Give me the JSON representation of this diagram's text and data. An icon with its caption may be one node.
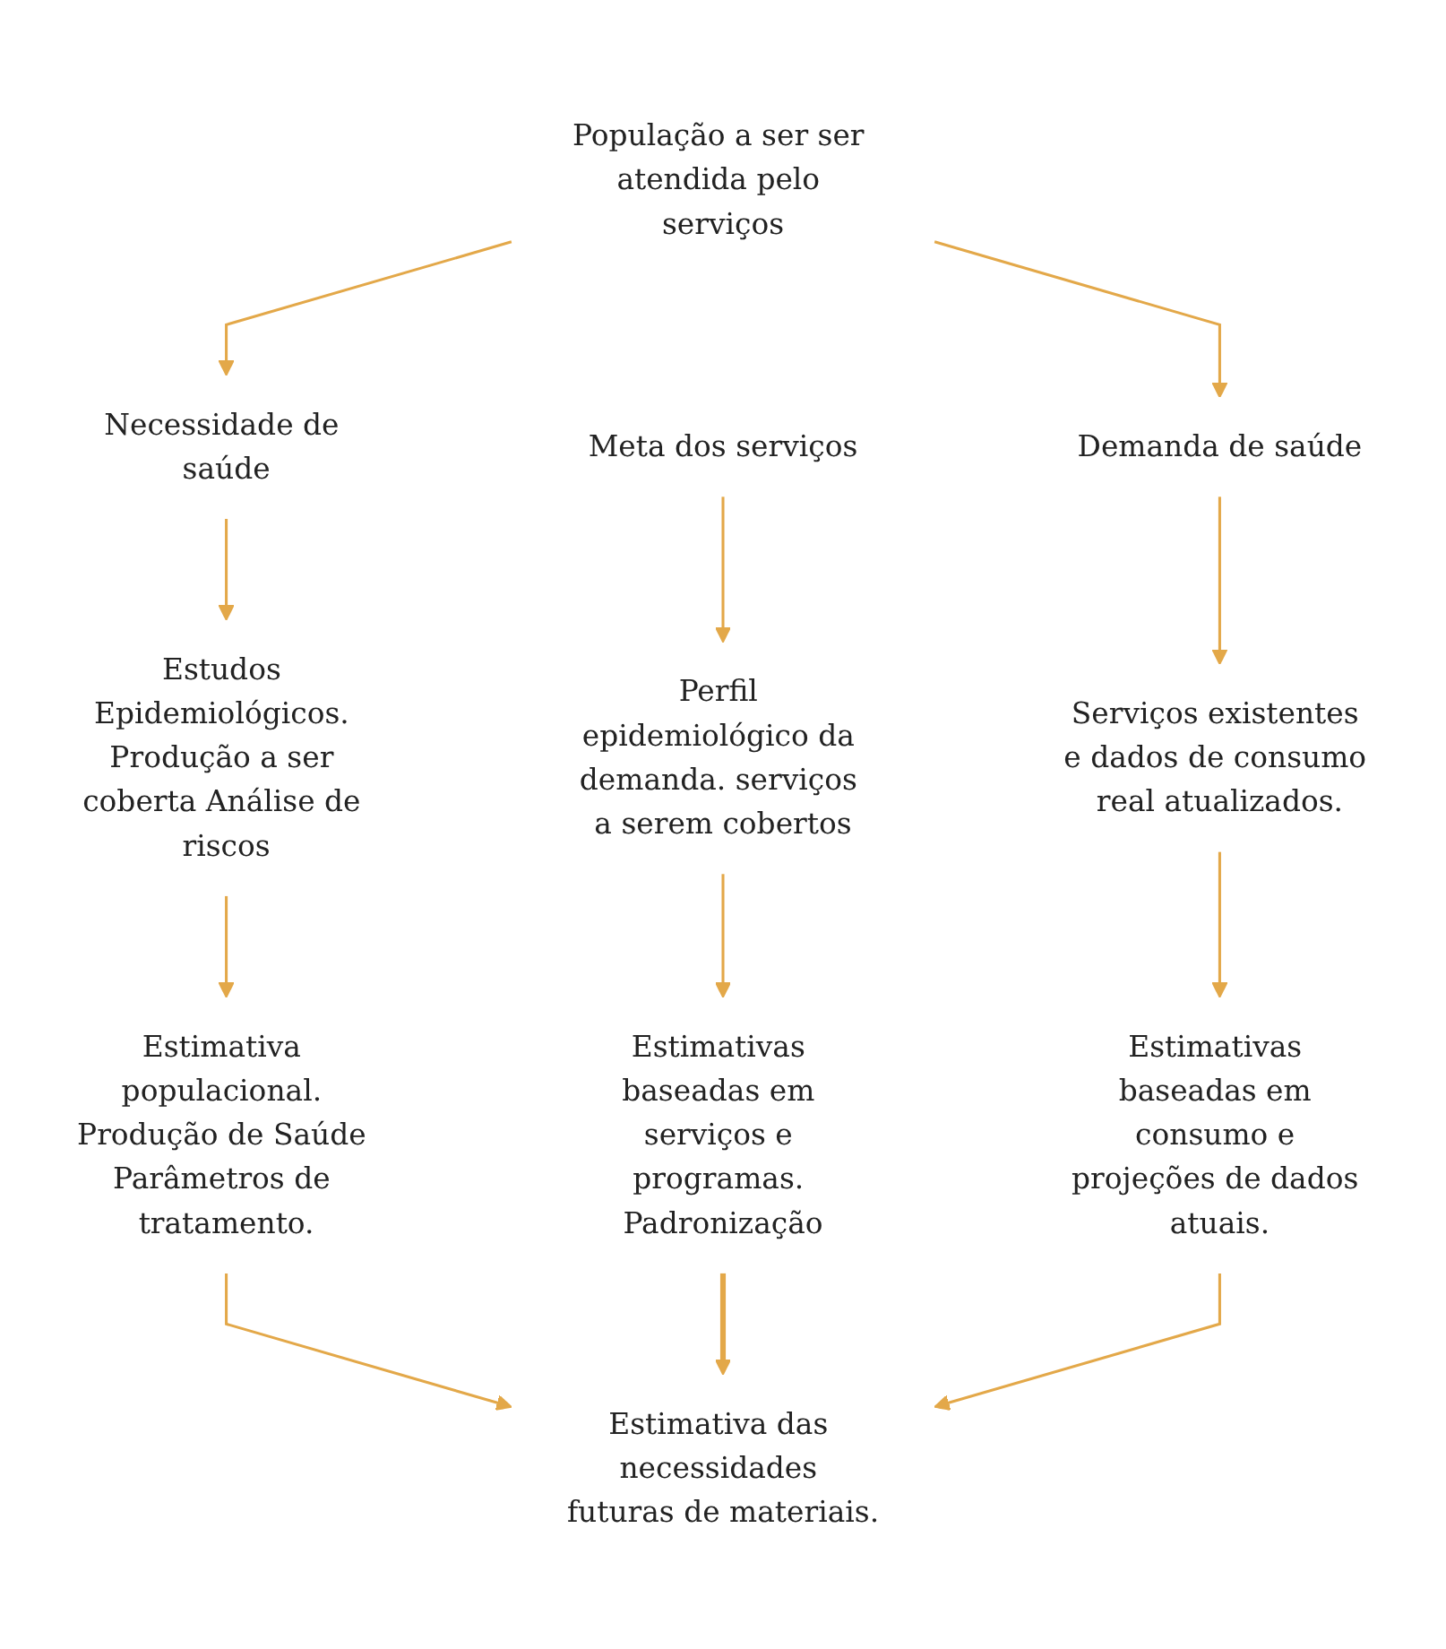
{
  "diagram": {
    "nodes": [
      {
        "text": [
          "População a ser ser atendida pelo serviços"
        ]
      },
      {
        "text": [
          "Necessidade de saúde"
        ]
      },
      {
        "text": [
          "Meta dos serviços"
        ]
      },
      {
        "text": [
          "Demanda de saúde"
        ]
      },
      {
        "text": [
          "Estudos Epidemiológicos. Produção a ser coberta Análise de riscos"
        ]
      },
      {
        "text": [
          "Perfil epidemiológico da demanda. serviços a serem cobertos"
        ]
      },
      {
        "text": [
          "Serviços existentes e dados de consumo real atualizados."
        ]
      },
      {
        "text": [
          "Estimativa populacional. Produção de Saúde Parâmetros de tratamento."
        ]
      },
      {
        "text": [
          "Estimativas baseadas em serviços e programas. Padronização"
        ]
      },
      {
        "text": [
          "Estimativas baseadas em consumo e projeções de dados atuais."
        ]
      },
      {
        "text": [
          "Estimativa das necessidades futuras de materiais."
        ]
      }
    ],
    "edges": [
      {
        "from": 0,
        "to": 1,
        "arrow": "to"
      },
      {
        "from": 0,
        "to": 3,
        "arrow": "to"
      },
      {
        "from": 1,
        "to": 4,
        "arrow": "to"
      },
      {
        "from": 2,
        "to": 5,
        "arrow": "to"
      },
      {
        "from": 3,
        "to": 6,
        "arrow": "to"
      },
      {
        "from": 4,
        "to": 7,
        "arrow": "to"
      },
      {
        "from": 5,
        "to": 8,
        "arrow": "to"
      },
      {
        "from": 6,
        "to": 9,
        "arrow": "to"
      },
      {
        "from": 7,
        "to": 10,
        "arrow": "to"
      },
      {
        "from": 8,
        "to": 10,
        "arrow": "to",
        "style": "thick"
      },
      {
        "from": 9,
        "to": 10,
        "arrow": "to"
      }
    ]
  }
}
